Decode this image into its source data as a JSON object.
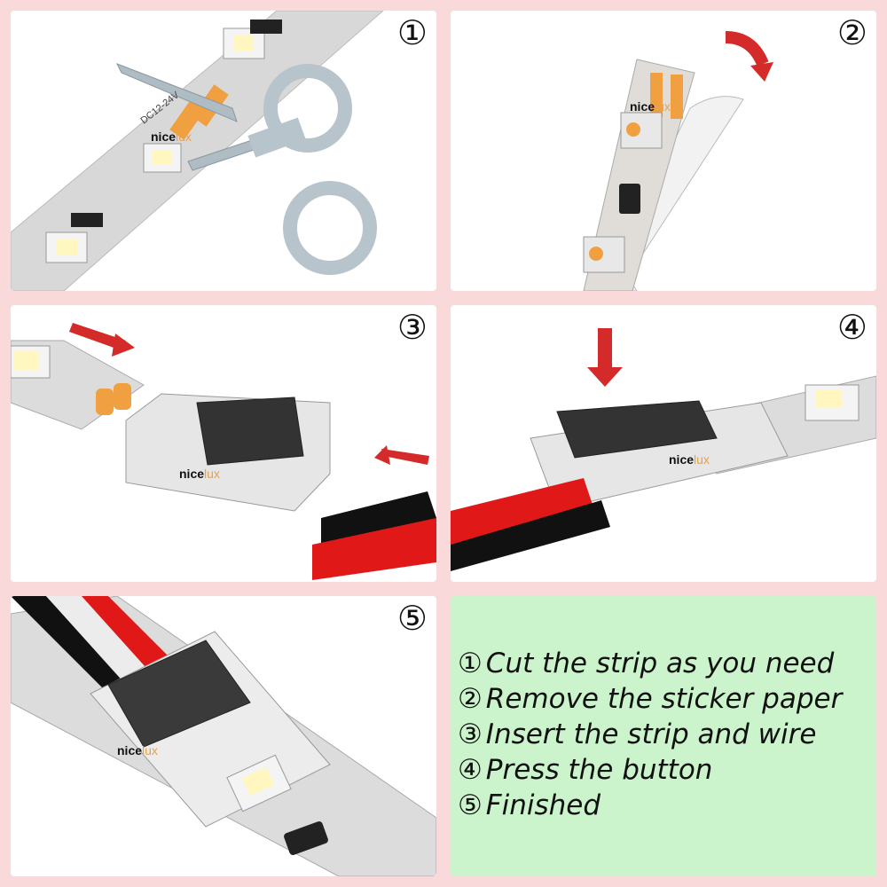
{
  "brand": {
    "name": "nice",
    "suffix": "lux"
  },
  "panels": [
    {
      "number": "①"
    },
    {
      "number": "②"
    },
    {
      "number": "③"
    },
    {
      "number": "④"
    },
    {
      "number": "⑤"
    }
  ],
  "strip_label": "DC12-24V",
  "instructions": [
    {
      "number": "①",
      "text": "Cut the strip as you need"
    },
    {
      "number": "②",
      "text": "Remove the sticker paper"
    },
    {
      "number": "③",
      "text": "Insert the strip and wire"
    },
    {
      "number": "④",
      "text": "Press the button"
    },
    {
      "number": "⑤",
      "text": "Finished"
    }
  ],
  "colors": {
    "page_background": "#f9d9d9",
    "instruction_background": "#ccf4cc",
    "arrow": "#d42a2a",
    "strip": "#dcdcdc",
    "wire_red": "#e01818",
    "wire_black": "#111111",
    "connector_button": "#333333"
  }
}
